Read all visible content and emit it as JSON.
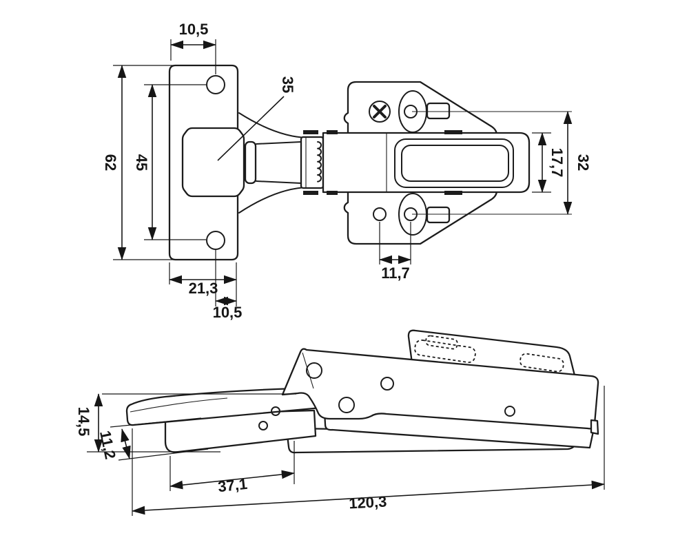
{
  "drawing": {
    "type": "technical-drawing-cabinet-hinge",
    "colors": {
      "background": "#ffffff",
      "line": "#1c1c1c",
      "dimension_text": "#161616"
    }
  },
  "dims": {
    "plate_hole_edge_offset": "10,5",
    "plate_length": "62",
    "plate_hole_spacing": "45",
    "cup_diameter": "35",
    "arm_width": "17,7",
    "mounting_hole_spacing": "32",
    "wing_hole_gap": "11,7",
    "cup_center_from_edge": "21,3",
    "cup_edge_clearance": "10,5",
    "side_height": "14,5",
    "cup_depth": "11,2",
    "cup_flange_length": "37,1",
    "overall_length": "120,3"
  }
}
